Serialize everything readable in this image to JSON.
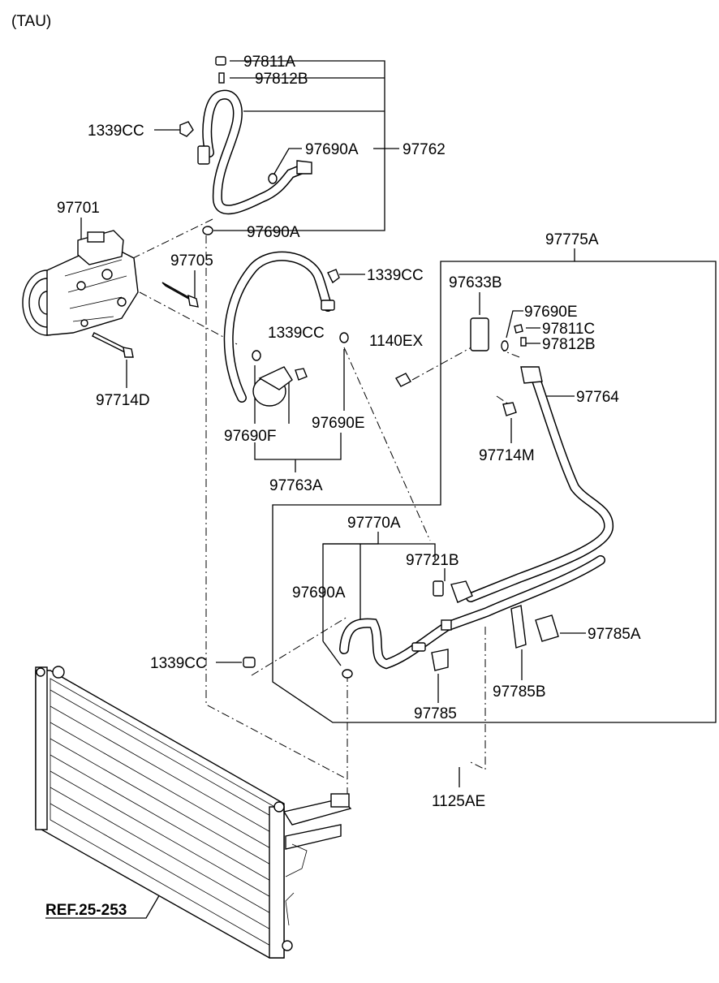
{
  "header": {
    "variant": "(TAU)"
  },
  "callouts": {
    "p97811A": "97811A",
    "p97812B_top": "97812B",
    "p1339CC_top": "1339CC",
    "p97690A_top": "97690A",
    "p97762": "97762",
    "p97701": "97701",
    "p97690A_mid": "97690A",
    "p97705": "97705",
    "p97775A": "97775A",
    "p1339CC_mid": "1339CC",
    "p97633B": "97633B",
    "p97690E_right": "97690E",
    "p97811C": "97811C",
    "p97812B_right": "97812B",
    "p1339CC_center": "1339CC",
    "p1140EX": "1140EX",
    "p97764": "97764",
    "p97714D": "97714D",
    "p97690F": "97690F",
    "p97690E_center": "97690E",
    "p97714M": "97714M",
    "p97763A": "97763A",
    "p97770A": "97770A",
    "p97721B": "97721B",
    "p97690A_low": "97690A",
    "p97785A": "97785A",
    "p1339CC_low": "1339CC",
    "p97785B": "97785B",
    "p97785": "97785",
    "p1125AE": "1125AE",
    "ref": "REF.25-253"
  }
}
